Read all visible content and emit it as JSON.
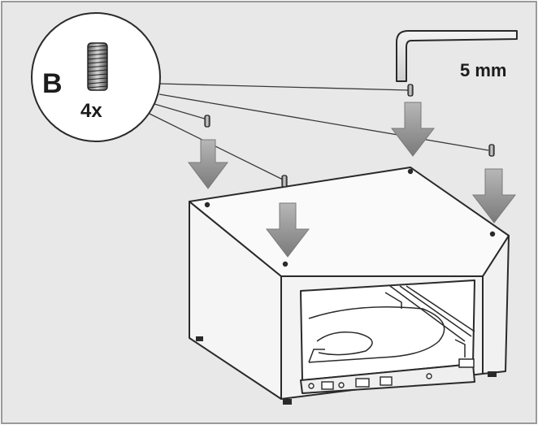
{
  "callout": {
    "part_letter": "B",
    "quantity": "4x",
    "part_icon": "threaded-screw-icon"
  },
  "tool": {
    "size_label": "5 mm",
    "icon": "allen-key-icon"
  },
  "colors": {
    "background": "#e8e8e8",
    "frame": "#9a9a9a",
    "arrow": "#8c8c8c",
    "outline": "#2a2a2a",
    "callout_fill": "#ffffff"
  }
}
